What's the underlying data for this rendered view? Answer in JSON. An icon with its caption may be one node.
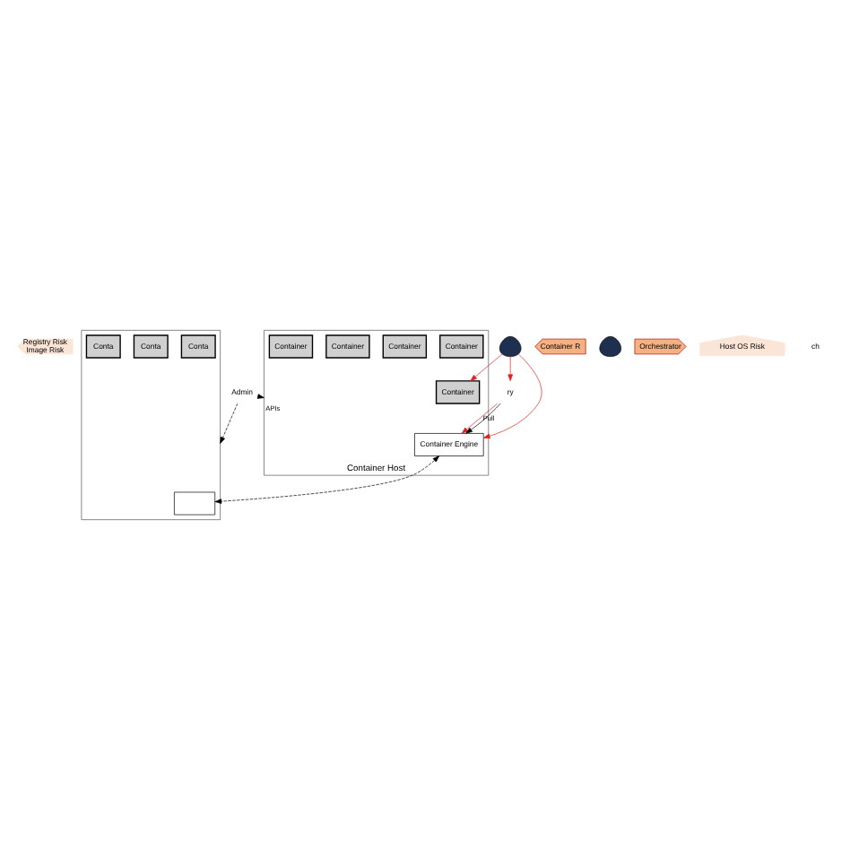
{
  "diagram": {
    "nodes": [
      {
        "text": [
          "Registry Risk",
          "Image Risk"
        ]
      },
      {
        "text": [
          "ry"
        ]
      },
      {
        "text": [
          "Admin"
        ]
      },
      {
        "text": [
          "Container Host"
        ]
      },
      {
        "text": [
          "Container Engine"
        ],
        "in": 3
      },
      {
        "text": [
          "Container"
        ],
        "in": 3
      },
      {
        "text": [
          "Container"
        ],
        "in": 3
      },
      {
        "text": [
          "Container"
        ],
        "in": 3
      },
      {
        "text": [
          "Container"
        ],
        "in": 3
      },
      {
        "text": [
          "Container"
        ],
        "in": 3
      },
      {
        "text": [],
        "shape": "person"
      },
      {
        "text": [],
        "shape": "box"
      },
      {
        "text": [],
        "shape": "box",
        "in": 11
      },
      {
        "text": [
          "Conta"
        ],
        "in": 11
      },
      {
        "text": [
          "Conta"
        ],
        "in": 11
      },
      {
        "text": [
          "Conta"
        ],
        "in": 11
      },
      {
        "text": [
          "Container R"
        ]
      },
      {
        "text": [],
        "shape": "person"
      },
      {
        "text": [
          "Orchestrator"
        ]
      },
      {
        "text": [
          "Host OS Risk"
        ]
      }
    ],
    "edges": [
      {
        "from": 1,
        "to": 4,
        "arrow": "to",
        "label": "Pull",
        "color": "#e02020"
      },
      {
        "from": 1,
        "to": 4,
        "arrow": "to",
        "color": "#000000"
      },
      {
        "from": 10,
        "to": 1,
        "arrow": "to",
        "color": "#e02020"
      },
      {
        "from": 10,
        "to": 4,
        "arrow": "to",
        "color": "#e02020"
      },
      {
        "from": 10,
        "to": 5,
        "arrow": "to",
        "color": "#e02020"
      },
      {
        "from": 2,
        "to": 3,
        "arrow": "to",
        "label": "APIs",
        "style": "dashed",
        "color": "#000000"
      },
      {
        "from": 2,
        "to": 11,
        "arrow": "to",
        "style": "dashed",
        "color": "#000000"
      },
      {
        "from": 4,
        "to": 12,
        "arrow": "both",
        "style": "dashed",
        "color": "#000000"
      }
    ],
    "labels": [
      "ch"
    ]
  }
}
